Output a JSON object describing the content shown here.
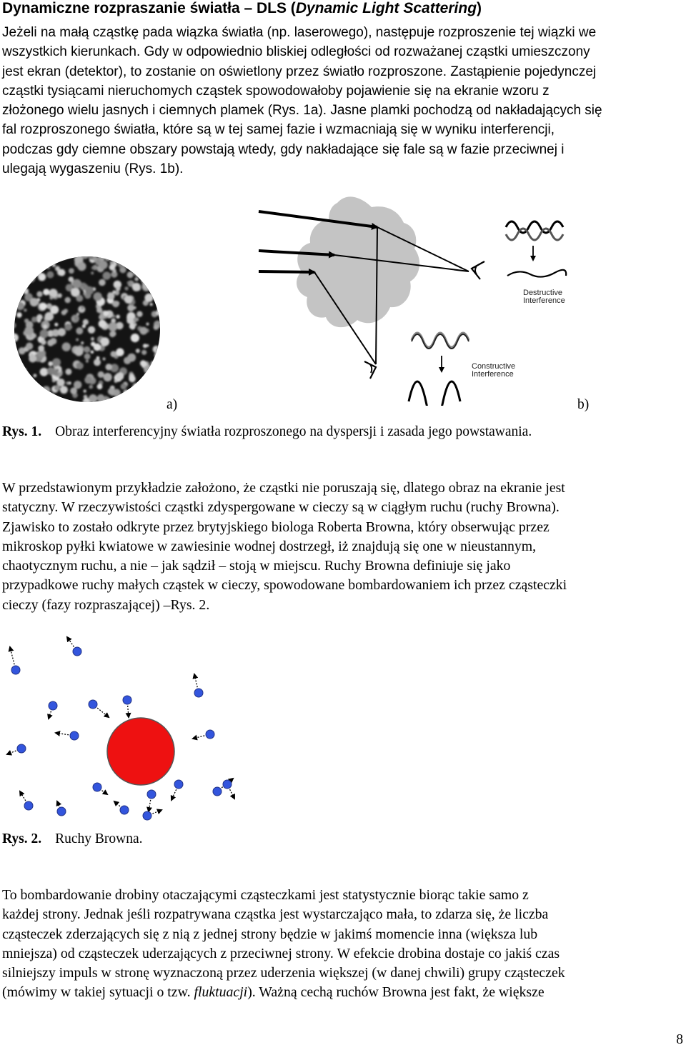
{
  "title_main": "Dynamiczne rozpraszanie światła – DLS (",
  "title_italic": "Dynamic Light Scattering",
  "title_end": ")",
  "para1_lines": [
    "Jeżeli na małą cząstkę pada wiązka światła (np. laserowego), następuje rozproszenie tej wiązki we",
    "wszystkich kierunkach. Gdy w odpowiednio bliskiej odległości od rozważanej cząstki umieszczony",
    "jest ekran (detektor), to zostanie on oświetlony przez światło rozproszone. Zastąpienie pojedynczej",
    "cząstki tysiącami nieruchomych cząstek spowodowałoby pojawienie się na ekranie wzoru z",
    "złożonego wielu jasnych i ciemnych plamek (Rys. 1a). Jasne plamki pochodzą od nakładających się",
    "fal rozproszonego światła, które są w tej samej fazie i wzmacniają się w wyniku interferencji,",
    "podczas gdy ciemne obszary powstają wtedy, gdy nakładające się fale są w fazie przeciwnej i",
    "ulegają wygaszeniu (Rys. 1b)."
  ],
  "fig1": {
    "label_a": "a)",
    "label_b": "b)",
    "destructive": "Destructive Interference",
    "constructive": "Constructive Interference",
    "caption_num": "Rys. 1.",
    "caption_text": "Obraz interferencyjny światła rozproszonego na dyspersji i zasada jego powstawania."
  },
  "para2_lines": [
    "W przedstawionym przykładzie założono, że cząstki nie poruszają się, dlatego obraz na ekranie jest",
    "statyczny. W rzeczywistości cząstki zdyspergowane w cieczy są w ciągłym ruchu (ruchy Browna).",
    "Zjawisko to zostało odkryte przez brytyjskiego biologa Roberta Browna, który obserwując przez",
    "mikroskop pyłki kwiatowe w zawiesinie wodnej dostrzegł, iż znajdują się one w nieustannym,",
    "chaotycznym ruchu, a nie – jak sądził – stoją w miejscu. Ruchy Browna definiuje się jako",
    "przypadkowe ruchy małych cząstek w cieczy, spowodowane bombardowaniem ich przez cząsteczki",
    "cieczy (fazy rozpraszającej) –Rys. 2."
  ],
  "fig2": {
    "caption_num": "Rys. 2.",
    "caption_text": "Ruchy Browna."
  },
  "para3_lines": [
    "To bombardowanie drobiny otaczającymi cząsteczkami jest statystycznie biorąc takie samo z",
    "każdej strony. Jednak jeśli rozpatrywana cząstka jest wystarczająco mała, to zdarza się, że liczba",
    "cząsteczek zderzających się z nią z jednej strony będzie w jakimś momencie inna (większa lub",
    "mniejsza) od cząsteczek uderzających z przeciwnej strony. W efekcie drobina dostaje co jakiś czas",
    "silniejszy impuls w stronę wyznaczoną przez uderzenia większej (w danej chwili) grupy cząsteczek"
  ],
  "para3_last_pre": "(mówimy w takiej sytuacji o tzw. ",
  "para3_last_italic": "fluktuacji",
  "para3_last_post": "). Ważną cechą ruchów Browna jest fakt, że większe",
  "page_number": "8",
  "colors": {
    "particle_red": "#ee1111",
    "molecule_blue": "#3355dd",
    "blob_gray": "#c4c4c4"
  }
}
